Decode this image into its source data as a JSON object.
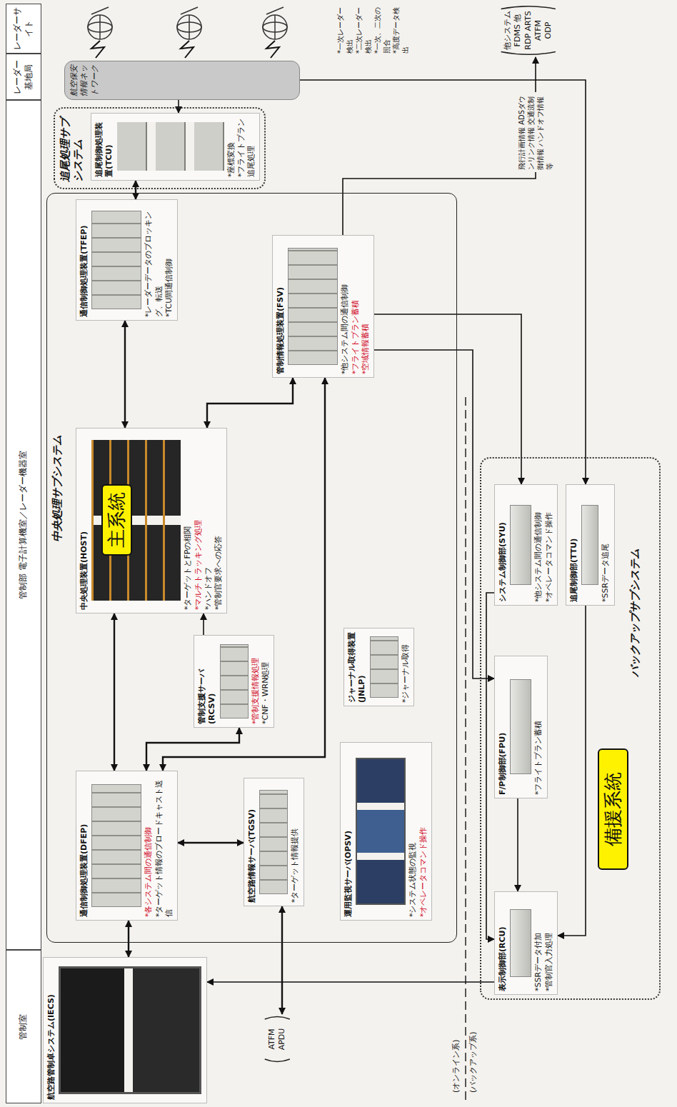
{
  "diagram": {
    "nodes": [
      {
        "text": [
          "レーダーサイト"
        ]
      },
      {
        "text": [
          "レーダー基地局"
        ]
      },
      {
        "text": [
          "管制部 電子計算機室／レーダー機器室"
        ]
      },
      {
        "text": [
          "管制室"
        ]
      },
      {
        "text": [
          "航空保安情報ネットワーク"
        ]
      },
      {
        "text": [
          "追尾処理サブシステム"
        ]
      },
      {
        "text": [
          "追尾制御処理装置(TCU)",
          "*座標変換",
          "*フライトプラン追尾処理"
        ],
        "in": 5
      },
      {
        "text": [
          "中央処理サブシステム"
        ]
      },
      {
        "text": [
          "通信制御処理装置(TFEP)",
          "*レーダーデータのブロッキング、転送",
          "*TCU間通信制御"
        ],
        "in": 7
      },
      {
        "text": [
          "中央処理装置(HOST)",
          "*ターゲットとFPの相関",
          "*マルチトラッキング処理",
          "*ハンドオフ",
          "*管制官要求への応答"
        ],
        "in": 7
      },
      {
        "text": [
          "主系統"
        ],
        "in": 9
      },
      {
        "text": [
          "管制情報処理装置(FSV)",
          "*他システム間の通信制御",
          "*フライトプラン蓄積",
          "*空域情報蓄積"
        ],
        "in": 7
      },
      {
        "text": [
          "管制支援サーバ(RCSV)",
          "*管制支援情報処理",
          "*CNF・WRN処理"
        ],
        "in": 7
      },
      {
        "text": [
          "ジャーナル取得装置(JNLP)",
          "*ジャーナル取得"
        ],
        "in": 7
      },
      {
        "text": [
          "通信制御処理装置(DFEP)",
          "*各システム間の通信制御",
          "*ターゲット情報のブロードキャスト送信"
        ],
        "in": 7
      },
      {
        "text": [
          "航空路情報サーバ(TGSV)",
          "*ターゲット情報提供"
        ],
        "in": 7
      },
      {
        "text": [
          "運用監視サーバ(OPSV)",
          "*システム状態の監視",
          "*オペレータコマンド操作"
        ],
        "in": 7
      },
      {
        "text": [
          "ATFM APDU"
        ]
      },
      {
        "text": [
          "航空路管制卓システム(IECS)"
        ]
      },
      {
        "text": [
          "他システム FDMS 他RDP ARTS ATFM ODP"
        ]
      },
      {
        "text": [
          "バックアップサブシステム"
        ]
      },
      {
        "text": [
          "システム制御部(SYU)",
          "*他システム間の通信制御",
          "*オペレータコマンド操作"
        ],
        "in": 20
      },
      {
        "text": [
          "追尾制御部(TTU)",
          "*SSRデータ追尾"
        ],
        "in": 20
      },
      {
        "text": [
          "F/P制御部(FPU)",
          "*フライトプラン蓄積"
        ],
        "in": 20
      },
      {
        "text": [
          "表示制御部(RCU)",
          "*SSRデータ付加",
          "*管制官入力処理"
        ],
        "in": 20
      },
      {
        "text": [
          "備援系統"
        ],
        "in": 20
      }
    ],
    "edges": [
      {
        "from": 4,
        "to": 6,
        "arrow": "to"
      },
      {
        "from": 4,
        "to": 22,
        "arrow": "to"
      },
      {
        "from": 6,
        "to": 8,
        "arrow": "both"
      },
      {
        "from": 8,
        "to": 9,
        "arrow": "both"
      },
      {
        "from": 9,
        "to": 14,
        "arrow": "both"
      },
      {
        "from": 14,
        "to": 18,
        "arrow": "both"
      },
      {
        "from": 11,
        "to": 9,
        "arrow": "both"
      },
      {
        "from": 11,
        "to": 14,
        "arrow": "both"
      },
      {
        "from": 12,
        "to": 9,
        "arrow": "to"
      },
      {
        "from": 12,
        "to": 14,
        "arrow": "both"
      },
      {
        "from": 15,
        "to": 14,
        "arrow": "both"
      },
      {
        "from": 15,
        "to": 17,
        "arrow": "both"
      },
      {
        "from": 11,
        "to": 19,
        "arrow": "to",
        "label": "飛行計画情報 ADSダウンリンク情報 交通流制御情報 ハンドオフ情報 等"
      },
      {
        "from": 11,
        "to": 21,
        "arrow": "to"
      },
      {
        "from": 11,
        "to": 23,
        "arrow": "to"
      },
      {
        "from": 21,
        "to": 24,
        "arrow": "to"
      },
      {
        "from": 23,
        "to": 24,
        "arrow": "to"
      },
      {
        "from": 22,
        "to": 24,
        "arrow": "to"
      },
      {
        "from": 24,
        "to": 18,
        "arrow": "to"
      }
    ],
    "labels": [
      "*一次レーダー検出",
      "*二次レーダー検出",
      "*一次、二次の照合",
      "*高度データ検出",
      "(オンライン系)",
      "(バックアップ系)"
    ]
  }
}
